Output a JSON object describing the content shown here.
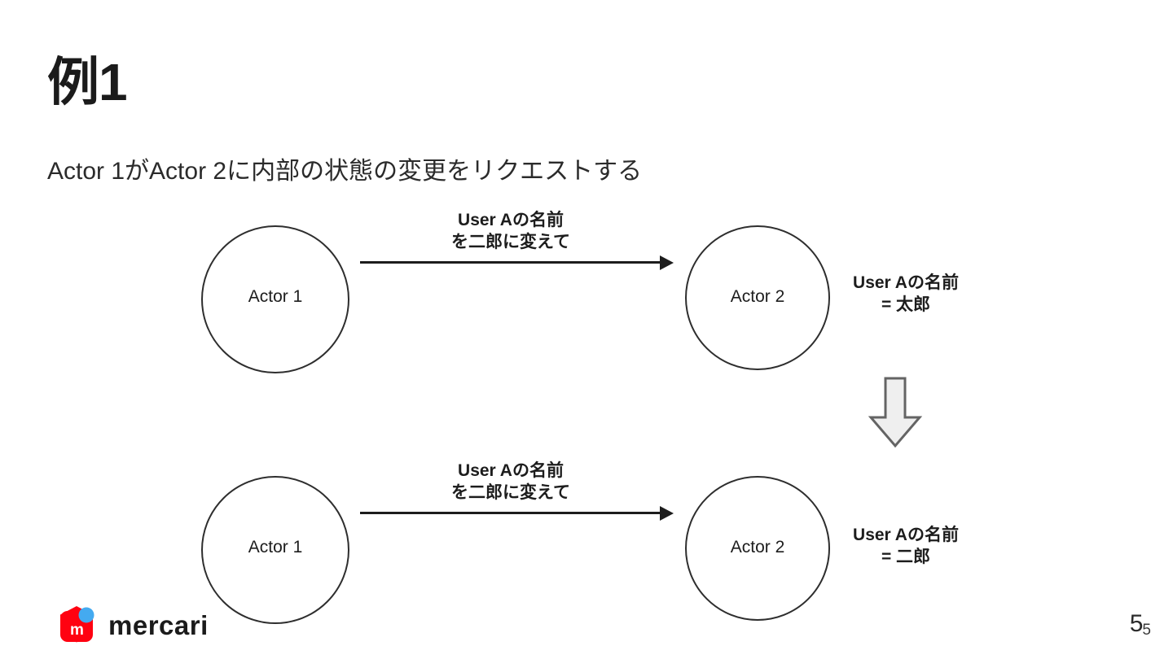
{
  "slide": {
    "title": "例1",
    "subtitle": "Actor 1がActor 2に内部の状態の変更をリクエストする",
    "background_color": "#ffffff",
    "page_number": "5",
    "page_number_sub": "5"
  },
  "brand": {
    "name": "mercari",
    "mark_color": "#ff0211",
    "accent_color": "#44aaf0",
    "mark_letter": "m"
  },
  "diagram": {
    "rows": [
      {
        "id": "before",
        "source_label": "Actor 1",
        "target_label": "Actor 2",
        "message": "User Aの名前\nを二郎に変えて",
        "state": "User Aの名前\n= 太郎"
      },
      {
        "id": "after",
        "source_label": "Actor 1",
        "target_label": "Actor 2",
        "message": "User Aの名前\nを二郎に変えて",
        "state": "User Aの名前\n= 二郎"
      }
    ],
    "transition_arrow": {
      "direction": "down",
      "fill": "#eeeeee",
      "stroke": "#646464"
    },
    "node_stroke": "#2e2e2e",
    "node_fill": "#ffffff",
    "arrow_color": "#1d1d1d"
  }
}
